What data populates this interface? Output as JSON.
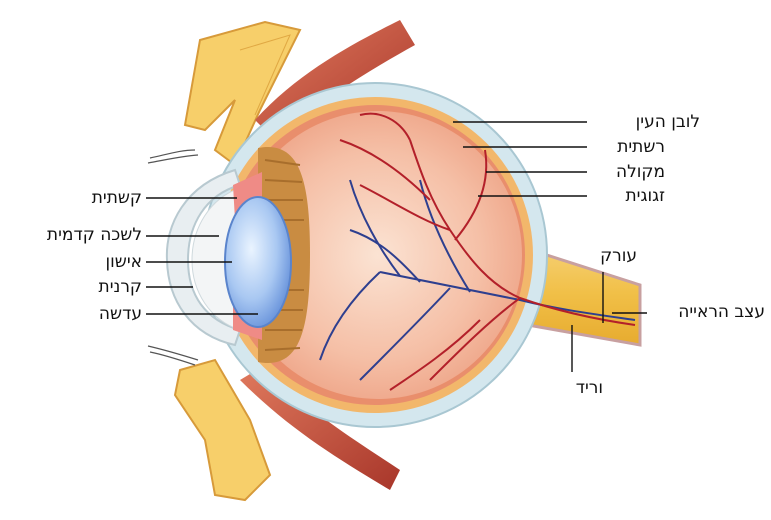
{
  "labels": {
    "sclera": "לובן העין",
    "retina": "רשתית",
    "macula": "מקולה",
    "vitreous": "זגוגית",
    "artery": "עורק",
    "optic_nerve": "עצב הראייה",
    "vein": "וריד",
    "iris": "קשתית",
    "anterior_chamber": "לשכה קדמית",
    "pupil": "אישון",
    "cornea": "קרנית",
    "lens": "עדשה"
  },
  "colors": {
    "sclera": "#cfe3ea",
    "retina_ring": "#f1b36a",
    "choroid": "#e98a6a",
    "vitreous_fill": "#f3b49a",
    "vitreous_center": "#fbe0cf",
    "ciliary": "#c8893f",
    "lens": "#6fa0e6",
    "artery": "#b3202a",
    "vein": "#2e3f8f",
    "nerve": "#f0c24a",
    "muscle": "#c9503c",
    "fat": "#f6c85a"
  }
}
